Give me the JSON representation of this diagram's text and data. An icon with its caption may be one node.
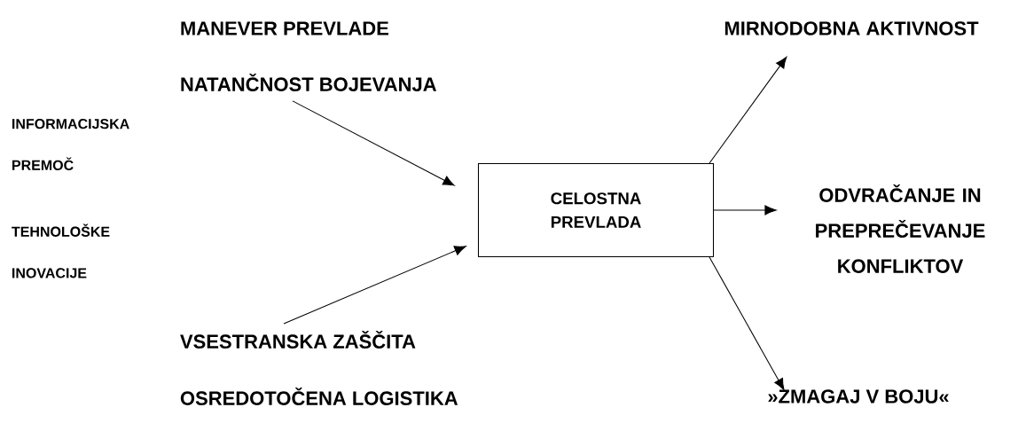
{
  "diagram": {
    "nodes": [
      {
        "text": [
          "NATANČNOST BOJEVANJA"
        ]
      },
      {
        "text": [
          "CELOSTNA PREVLADA"
        ]
      },
      {
        "text": [
          "MIRNODOBNA AKTIVNOST"
        ]
      },
      {
        "text": [
          "ODVRAČANJE IN PREPREČEVANJE KONFLIKTOV"
        ]
      },
      {
        "text": [
          "»ZMAGAJ V BOJU«"
        ]
      },
      {
        "text": [
          "VSESTRANSKA ZAŠČITA"
        ]
      }
    ],
    "edges": [
      {
        "from": 0,
        "to": 1,
        "arrow": "to"
      },
      {
        "from": 5,
        "to": 1,
        "arrow": "to"
      },
      {
        "from": 1,
        "to": 2,
        "arrow": "to"
      },
      {
        "from": 1,
        "to": 3,
        "arrow": "to"
      },
      {
        "from": 1,
        "to": 4,
        "arrow": "to"
      }
    ],
    "labels": [
      "MANEVER PREVLADE",
      "INFORMACIJSKA PREMOČ",
      "TEHNOLOŠKE INOVACIJE",
      "OSREDOTOČENA LOGISTIKA"
    ]
  }
}
